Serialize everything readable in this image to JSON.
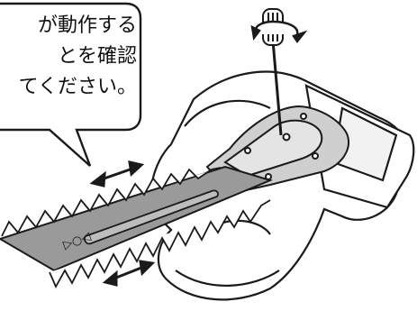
{
  "callout": {
    "lines": [
      "が動作する",
      "とを確認",
      "てください。"
    ]
  },
  "colors": {
    "outline": "#1a1a1a",
    "blade_fill": "#9a9a9a",
    "body_fill": "#ffffff",
    "cover_fill": "#cfcfcf"
  },
  "icons": {
    "screwdriver": "screwdriver-icon",
    "rotate_arrow": "rotate-arrow-icon",
    "motion_arrow": "double-arrow-icon"
  },
  "blade_marks": "▷○◁"
}
